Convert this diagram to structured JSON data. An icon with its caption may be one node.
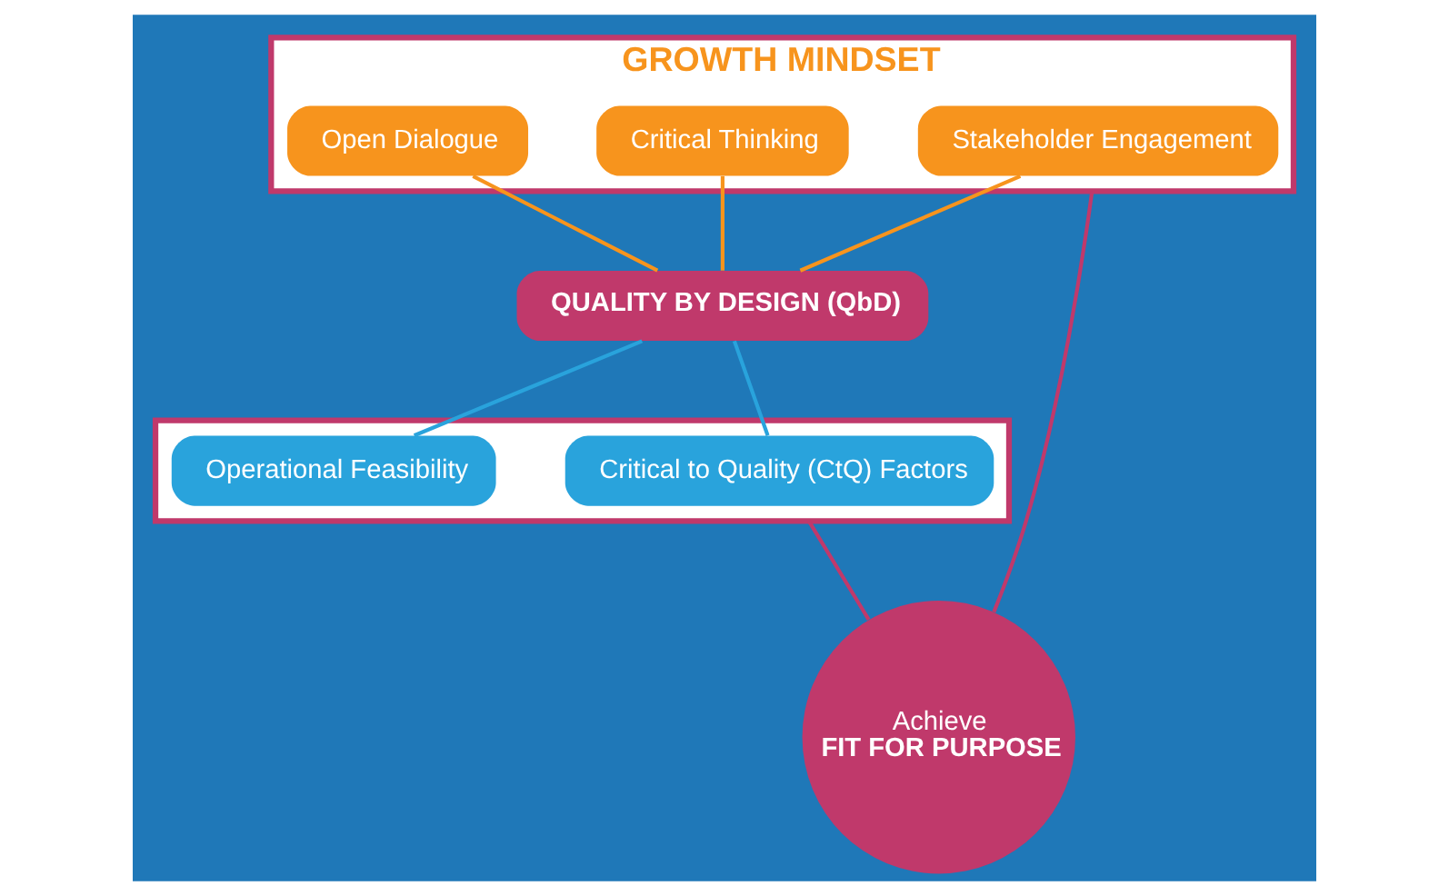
{
  "diagram": {
    "nodes": [
      {
        "text": [
          "GROWTH MINDSET"
        ]
      },
      {
        "text": [
          "Open Dialogue"
        ],
        "in": 0
      },
      {
        "text": [
          "Critical Thinking"
        ],
        "in": 0
      },
      {
        "text": [
          "Stakeholder Engagement"
        ],
        "in": 0
      },
      {
        "text": [
          "QUALITY BY DESIGN (QbD)"
        ]
      },
      {
        "text": [],
        "shape": "box"
      },
      {
        "text": [
          "Operational Feasibility"
        ],
        "in": 5
      },
      {
        "text": [
          "Critical to Quality (CtQ) Factors"
        ],
        "in": 5
      },
      {
        "text": [
          "Achieve",
          "FIT FOR PURPOSE"
        ]
      }
    ],
    "edges": [
      {
        "from": 1,
        "to": 4,
        "arrow": "none"
      },
      {
        "from": 2,
        "to": 4,
        "arrow": "none"
      },
      {
        "from": 3,
        "to": 4,
        "arrow": "none"
      },
      {
        "from": 4,
        "to": 6,
        "arrow": "none",
        "color": "#29a3dc"
      },
      {
        "from": 4,
        "to": 7,
        "arrow": "none",
        "color": "#29a3dc"
      },
      {
        "from": 0,
        "to": 8,
        "arrow": "none",
        "color": "#c0396b"
      },
      {
        "from": 5,
        "to": 8,
        "arrow": "none",
        "color": "#c0396b"
      }
    ]
  }
}
